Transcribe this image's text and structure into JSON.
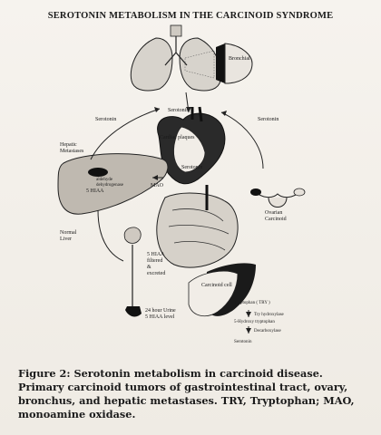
{
  "figure": {
    "title": "SEROTONIN METABOLISM IN THE CARCINOID SYNDROME",
    "labels": {
      "bronchial_carcinoid": "Bronchial\nCarcinoid",
      "serotonin_top": "Serotonin",
      "serotonin_left": "Serotonin",
      "serotonin_right": "Serotonin",
      "serotonin_mid": "Serotonin",
      "cardiac_plaques": "Cardiac plaques",
      "hepatic_metastases": "Hepatic\nMetastases",
      "aldehyde_dehydrogenase": "aldehyde\ndehydrogenase",
      "mao": "MAO",
      "five_hiaa_left": "5 HIAA",
      "normal_liver": "Normal\nLiver",
      "ovarian_carcinoid": "Ovarian\nCarcinoid",
      "five_hiaa_filtered": "5 HIAA\nfiltered\n&\nexcreted",
      "urine": "24 hour Urine\n5 HIAA level",
      "carcinoid_cell": "Carcinoid cell",
      "tryptophan": "Tryptophan ( TRY )",
      "try_hydroxylase": "Try hydroxylase",
      "hydroxy_tryptophan": "5-Hydroxy tryptophan",
      "decarboxylase": "Decarboxylase",
      "serotonin_bottom": "Serotonin"
    }
  },
  "caption": {
    "lead": "Figure 2:",
    "text": " Serotonin metabolism in carcinoid disease. Primary carcinoid tumors of gastrointestinal tract, ovary, bronchus, and hepatic metastases. TRY, Tryptophan; MAO, monoamine oxidase."
  }
}
